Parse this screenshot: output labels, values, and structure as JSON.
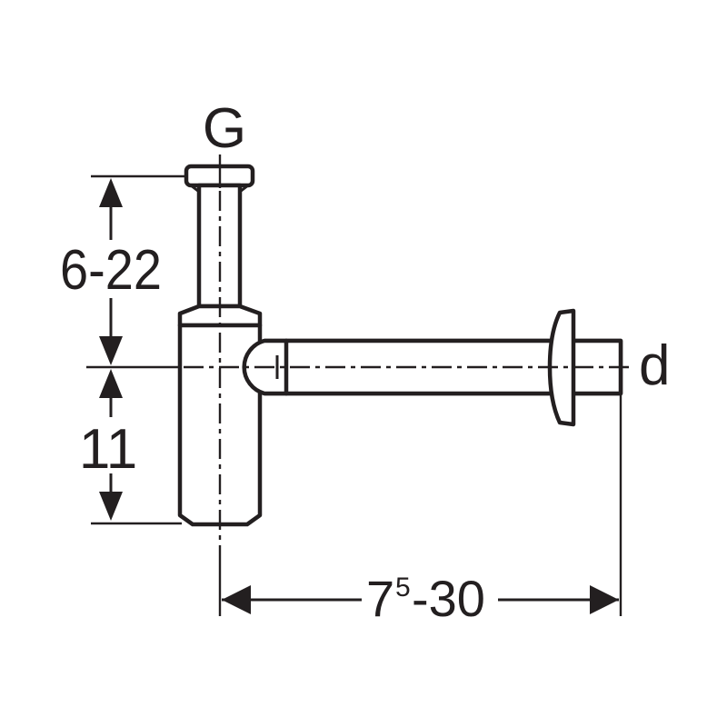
{
  "drawing": {
    "description": "Technical dimension drawing of a bottle trap siphon with wall outlet",
    "labels": {
      "inlet_thread": "G",
      "outlet_diameter": "d"
    },
    "dimensions": {
      "inlet_height_range": "6-22",
      "trap_cup_depth": "11",
      "outlet_length_main": "7",
      "outlet_length_superscript": "5",
      "outlet_length_tail": "-30"
    },
    "colors": {
      "line": "#231f20",
      "background": "#ffffff"
    }
  }
}
